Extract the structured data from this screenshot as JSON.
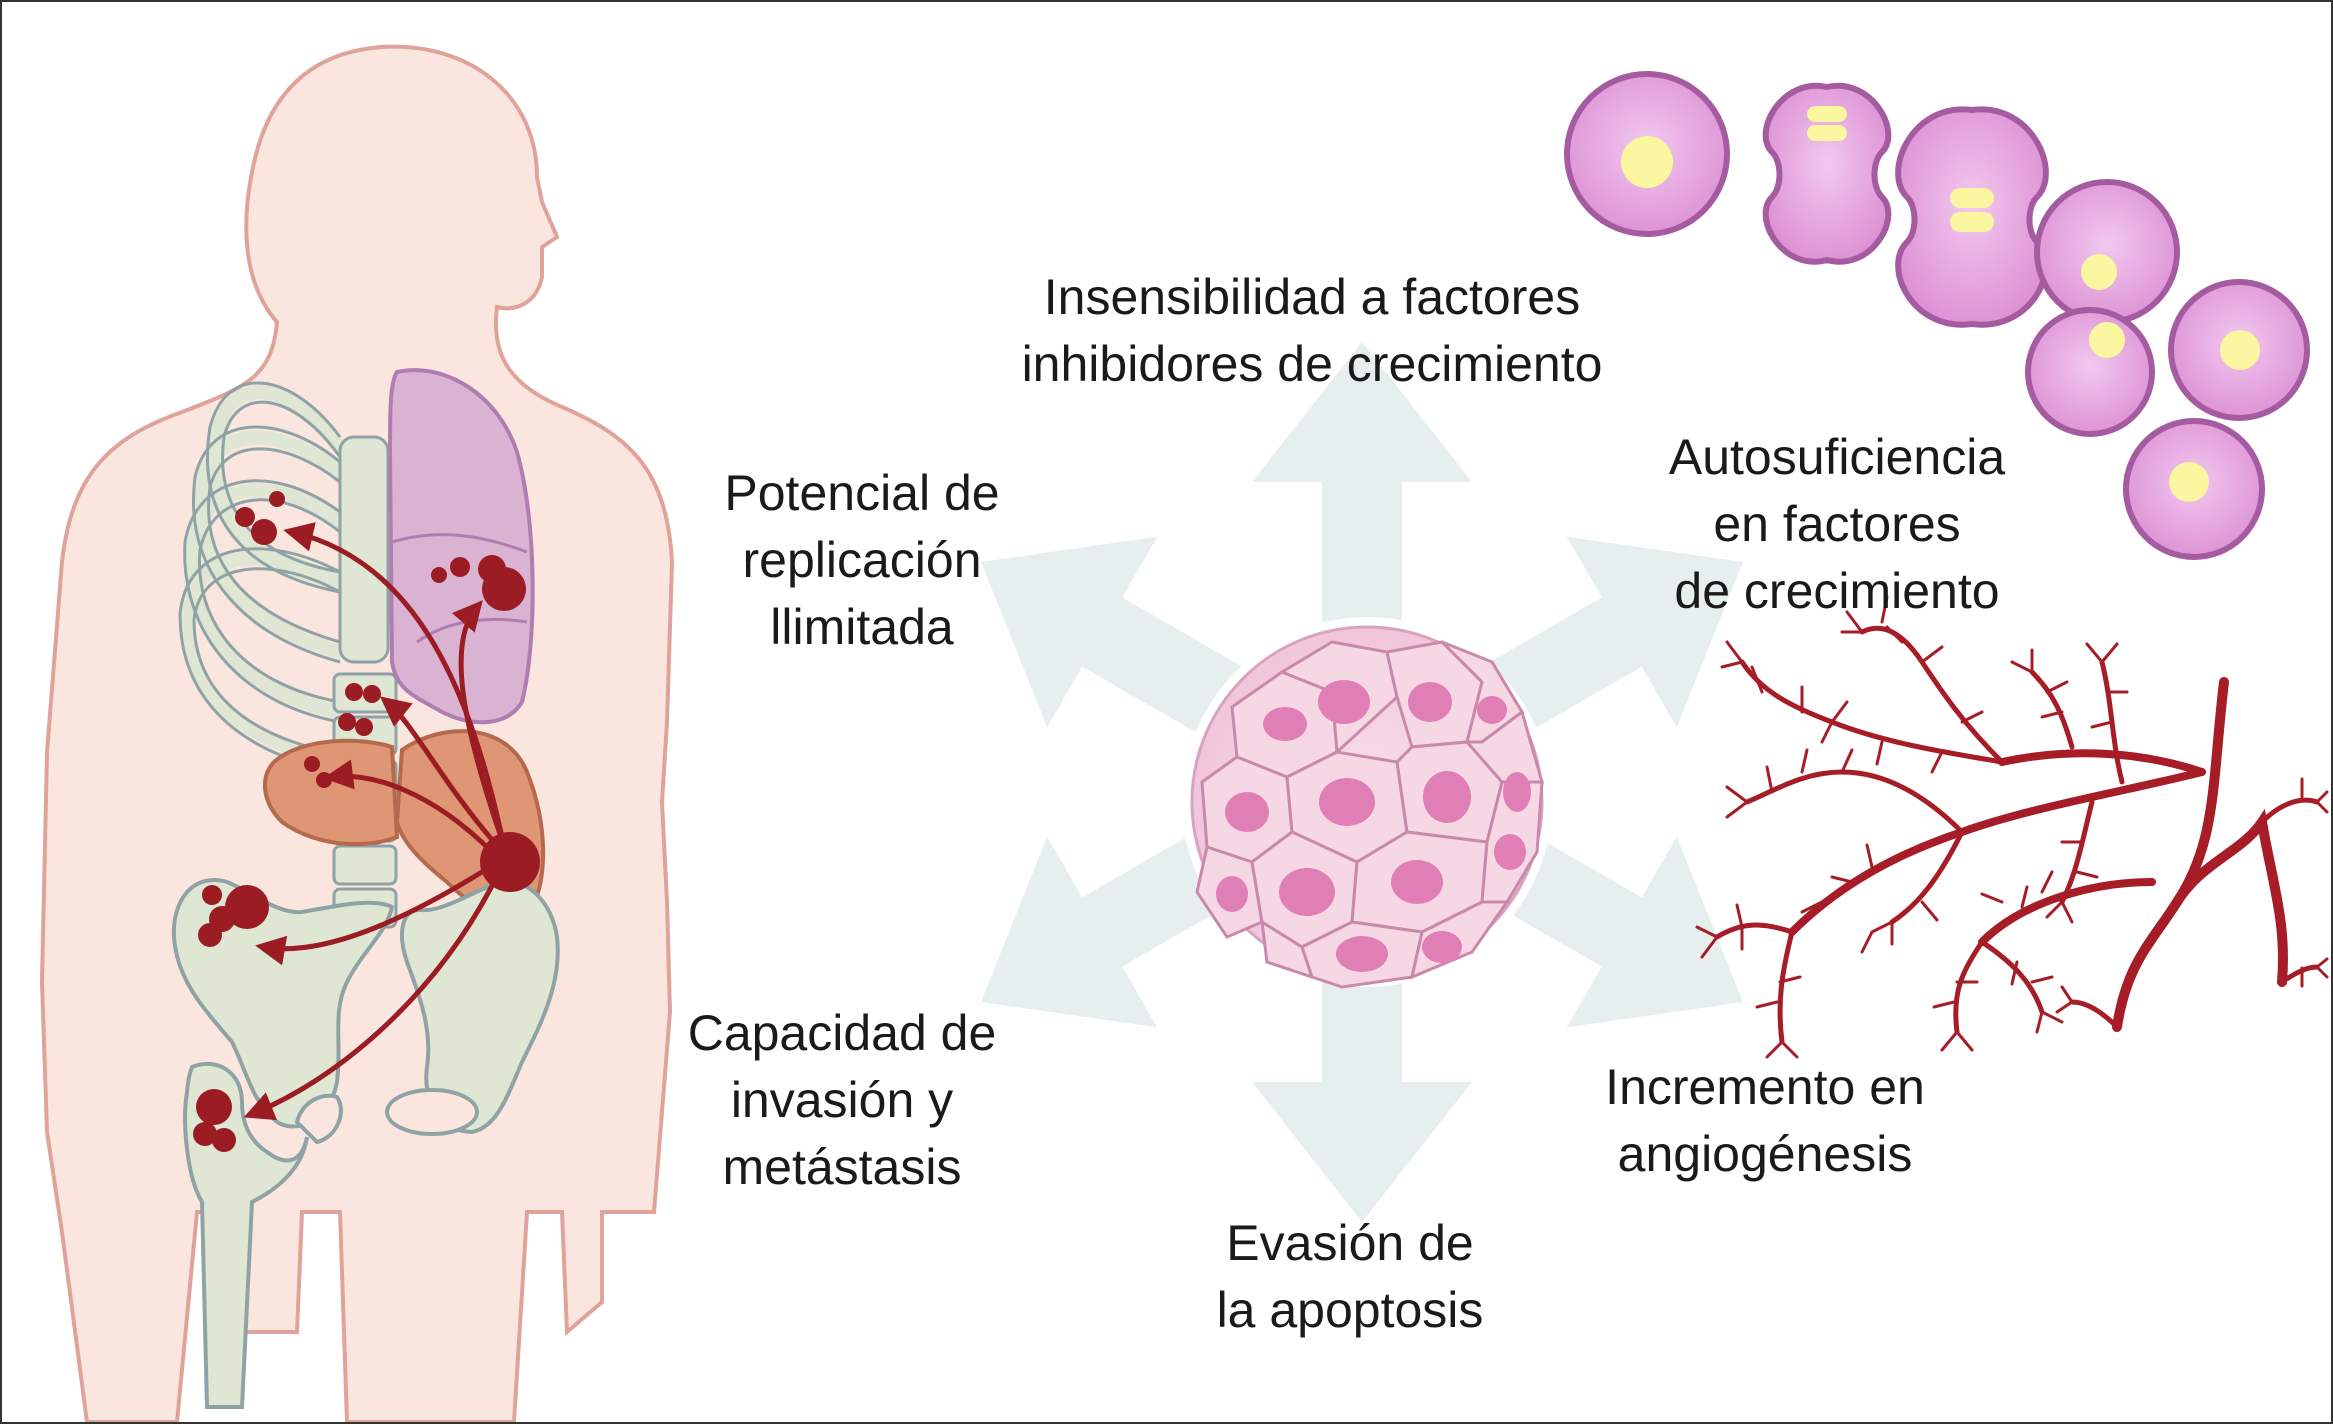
{
  "labels": {
    "top": [
      "Insensibilidad a factores",
      "inhibidores de crecimiento"
    ],
    "upper_left": [
      "Potencial de",
      "replicación",
      "llimitada"
    ],
    "upper_right": [
      "Autosuficiencia",
      "en factores",
      "de crecimiento"
    ],
    "lower_left": [
      "Capacidad de",
      "invasión y",
      "metástasis"
    ],
    "lower_right": [
      "Incremento en",
      "angiogénesis"
    ],
    "bottom": [
      "Evasión de",
      "la apoptosis"
    ]
  },
  "colors": {
    "body_fill": "#fbe6df",
    "body_outline": "#e0a39a",
    "bone": "#dfe6d4",
    "bone_outline": "#8fa3a6",
    "lung": "#d9b3d1",
    "liver": "#de9674",
    "tumor": "#9b1c23",
    "arrow_bg": "#e6eeee",
    "cell_fill": "#f6d8e5",
    "nucleus": "#e07fb5",
    "dividing_cell": "#e7a2de",
    "yellow_nucleus": "#fbf6a0",
    "vessel": "#a61c27"
  }
}
